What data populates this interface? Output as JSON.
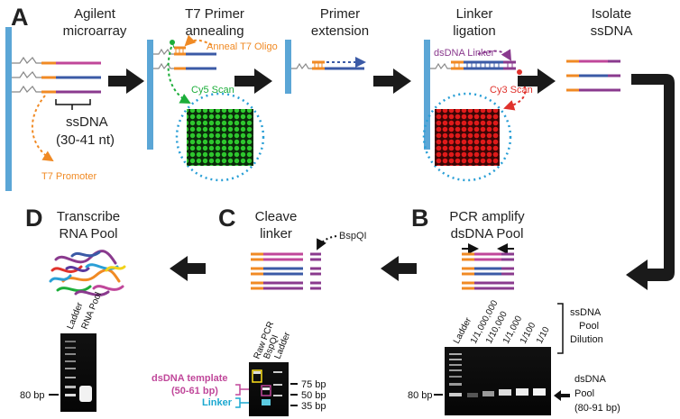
{
  "panels": {
    "A": {
      "letter": "A",
      "steps": [
        {
          "line1": "Agilent",
          "line2": "microarray"
        },
        {
          "line1": "T7 Primer",
          "line2": "annealing"
        },
        {
          "line1": "Primer",
          "line2": "extension"
        },
        {
          "line1": "Linker",
          "line2": "ligation"
        },
        {
          "line1": "Isolate",
          "line2": "ssDNA"
        }
      ],
      "ssdna_label": "ssDNA",
      "ssdna_length": "(30-41 nt)",
      "t7_promoter": "T7 Promoter",
      "anneal_label": "Anneal T7 Oligo",
      "cy5_label": "Cy5 Scan",
      "linker_label": "dsDNA Linker",
      "cy3_label": "Cy3 Scan"
    },
    "B": {
      "letter": "B",
      "title1": "PCR amplify",
      "title2": "dsDNA Pool",
      "lanes": [
        "Ladder",
        "1/1,000,000",
        "1/10,000",
        "1/1,000",
        "1/100",
        "1/10"
      ],
      "dilution1": "ssDNA",
      "dilution2": "Pool",
      "dilution3": "Dilution",
      "marker": "80 bp",
      "pool1": "dsDNA",
      "pool2": "Pool",
      "pool3": "(80-91 bp)"
    },
    "C": {
      "letter": "C",
      "title1": "Cleave",
      "title2": "linker",
      "enzyme": "BspQI",
      "lanes": [
        "Raw PCR",
        "BspQI",
        "Ladder"
      ],
      "template1": "dsDNA template",
      "template2": "(50-61 bp)",
      "linker": "Linker",
      "markers": [
        "75 bp",
        "50 bp",
        "35 bp"
      ]
    },
    "D": {
      "letter": "D",
      "title1": "Transcribe",
      "title2": "RNA Pool",
      "lanes": [
        "Ladder",
        "RNA Pool"
      ],
      "marker": "80 bp"
    }
  },
  "colors": {
    "blue_bar": "#5ba6d6",
    "orange": "#f08a24",
    "magenta": "#c0479a",
    "navy": "#3b5aa6",
    "purple": "#8a3a8e",
    "green": "#1cae3a",
    "red": "#e0322c",
    "dotted_blue": "#2a9fd6",
    "arrow": "#1a1a1a"
  }
}
